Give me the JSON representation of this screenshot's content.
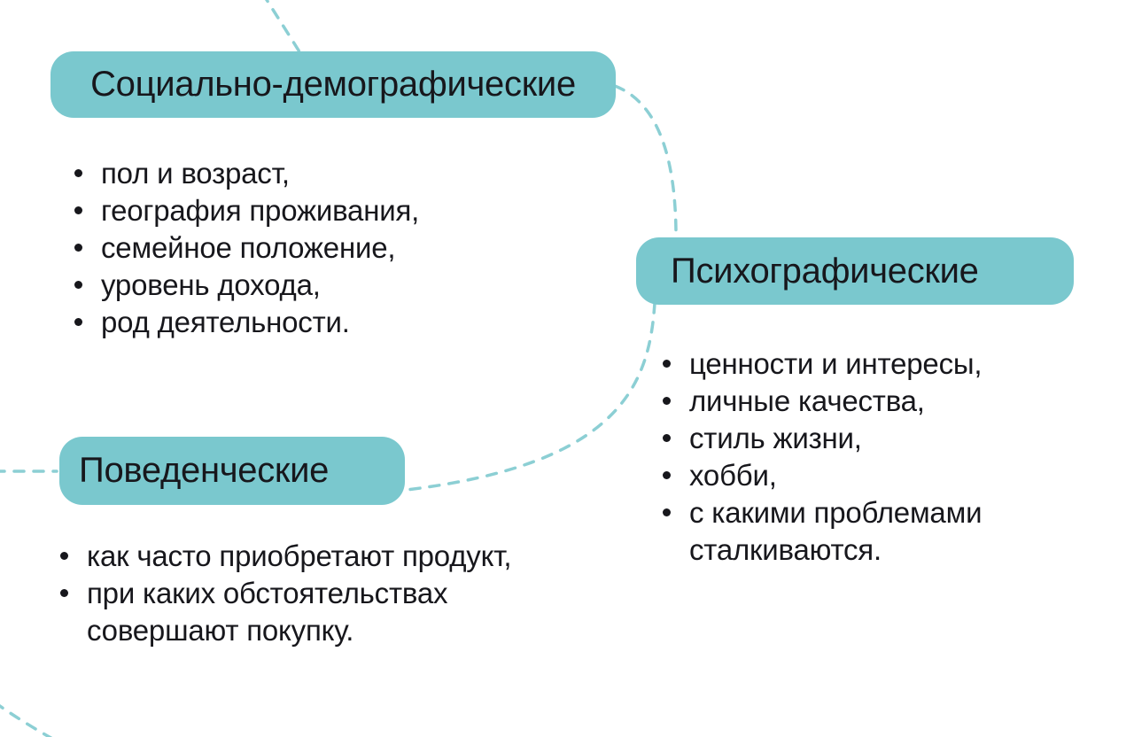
{
  "colors": {
    "background": "#ffffff",
    "node_fill": "#7ac8ce",
    "connector_dash": "#8ccfd4",
    "text": "#17171c"
  },
  "nodes": {
    "socio": {
      "label": "Социально-демографические",
      "items": [
        "пол и возраст,",
        "география проживания,",
        "семейное положение,",
        "уровень дохода,",
        "род деятельности."
      ]
    },
    "psycho": {
      "label": "Психографические",
      "items": [
        "ценности и интересы,",
        "личные качества,",
        "стиль жизни,",
        "хобби,",
        "с какими проблемами сталкиваются."
      ]
    },
    "behavioral": {
      "label": "Поведенческие",
      "items": [
        "как часто приобретают продукт,",
        "при каких обстоятельствах совершают покупку."
      ]
    }
  }
}
